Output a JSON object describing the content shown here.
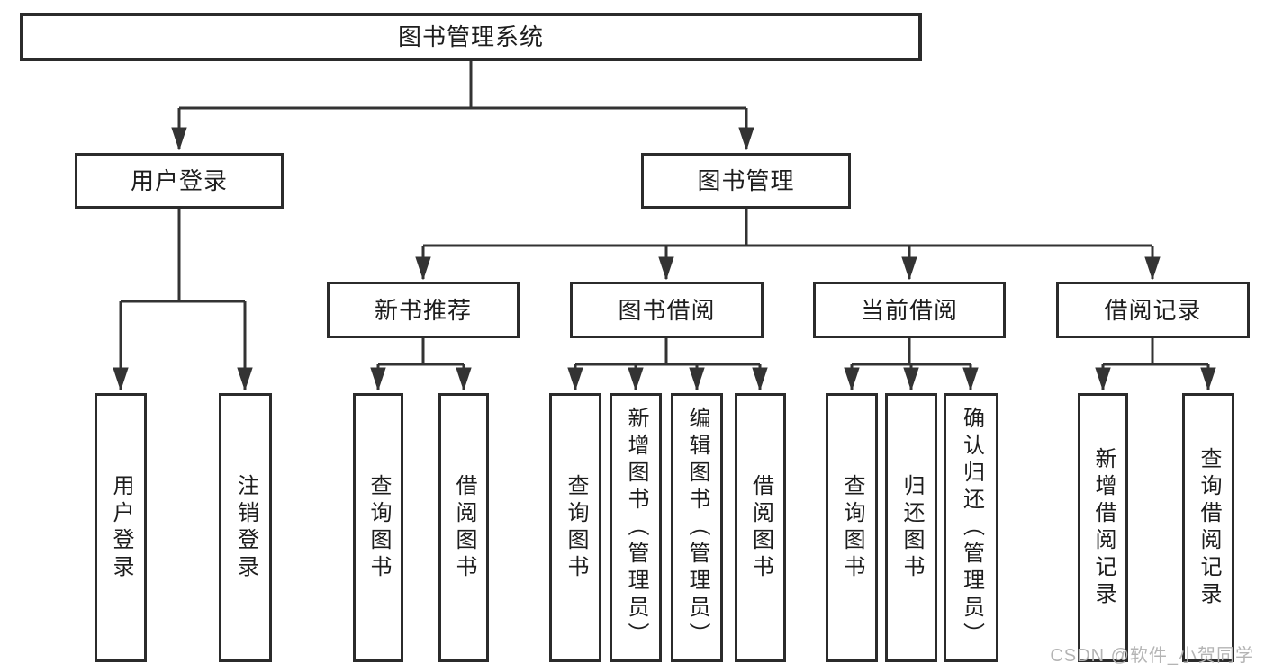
{
  "diagram": {
    "title": "图书管理系统",
    "root": {
      "label": "图书管理系统"
    },
    "level1": [
      {
        "label": "用户登录"
      },
      {
        "label": "图书管理"
      }
    ],
    "level2": [
      {
        "label": "新书推荐"
      },
      {
        "label": "图书借阅"
      },
      {
        "label": "当前借阅"
      },
      {
        "label": "借阅记录"
      }
    ],
    "leaves": [
      {
        "label": "用户登录"
      },
      {
        "label": "注销登录"
      },
      {
        "label": "查询图书"
      },
      {
        "label": "借阅图书"
      },
      {
        "label": "查询图书"
      },
      {
        "label": "新增图书（管理员）"
      },
      {
        "label": "编辑图书（管理员）"
      },
      {
        "label": "借阅图书"
      },
      {
        "label": "查询图书"
      },
      {
        "label": "归还图书"
      },
      {
        "label": "确认归还（管理员）"
      },
      {
        "label": "新增借阅记录"
      },
      {
        "label": "查询借阅记录"
      }
    ],
    "watermark": "CSDN @软件_小贺同学",
    "colors": {
      "line": "#333333",
      "border": "#2b2b2b",
      "text": "#1d1d1d",
      "watermark": "#b4b4b4",
      "background": "#ffffff"
    }
  }
}
